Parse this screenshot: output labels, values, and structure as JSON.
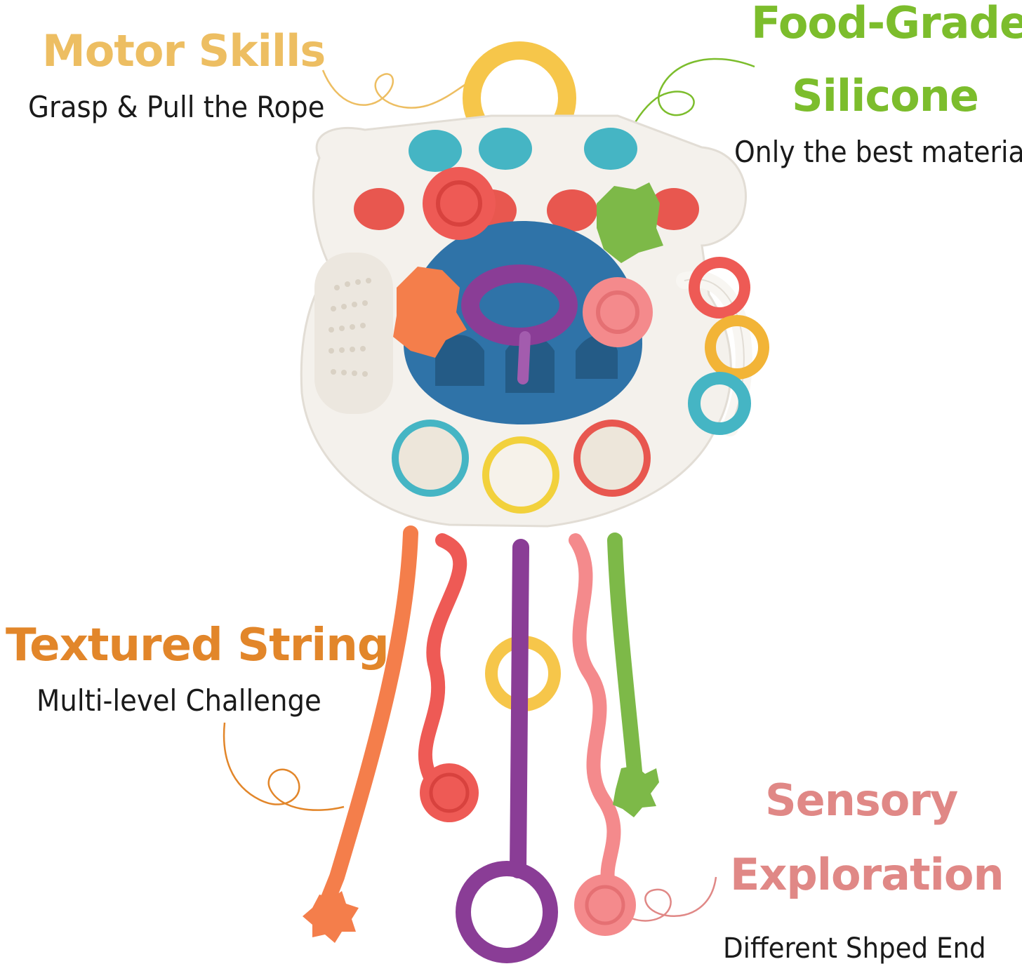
{
  "features": {
    "motor": {
      "title": "Motor Skills",
      "description": "Grasp & Pull the Rope",
      "color": "#EDBE62"
    },
    "food": {
      "title_line1": "Food-Grade",
      "title_line2": "Silicone",
      "description": "Only the best material",
      "color": "#7CBD2C"
    },
    "textured": {
      "title": "Textured String",
      "description": "Multi-level Challenge",
      "color": "#E2862A"
    },
    "sensory": {
      "title_line1": "Sensory",
      "title_line2": "Exploration",
      "description": "Different Shped End",
      "color": "#E08886"
    }
  },
  "colors": {
    "base_body": "#F4F1EC",
    "dome": "#2F73A8",
    "pop_teal": "#45B5C4",
    "pop_red": "#E8574F",
    "string_orange": "#F47E4B",
    "string_red": "#EE5A55",
    "string_purple": "#8A3D96",
    "string_pink": "#F48A8C",
    "string_green": "#7DB948",
    "ring_yellow": "#F6C64A"
  }
}
